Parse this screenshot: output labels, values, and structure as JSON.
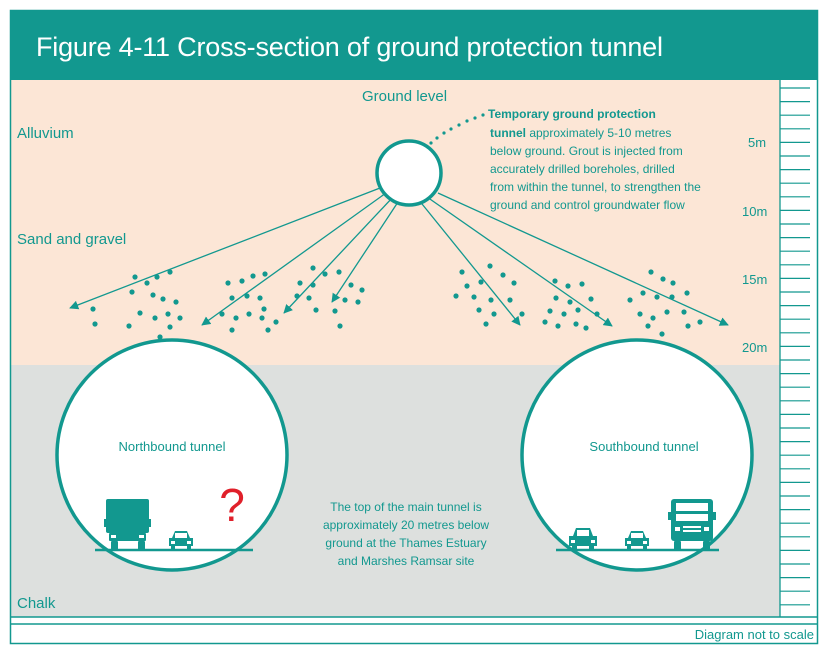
{
  "title": "Figure 4-11 Cross-section of ground protection tunnel",
  "labels": {
    "ground_level": "Ground level",
    "alluvium": "Alluvium",
    "sand_gravel": "Sand and gravel",
    "chalk": "Chalk",
    "northbound": "Northbound tunnel",
    "southbound": "Southbound tunnel",
    "not_to_scale": "Diagram not to scale"
  },
  "annotation": {
    "bold_line1": "Temporary ground protection",
    "bold_line2": "tunnel",
    "line2_rest": " approximately 5-10 metres",
    "line3": "below ground. Grout is injected from",
    "line4": "accurately drilled boreholes, drilled",
    "line5": "from within the tunnel, to strengthen the",
    "line6": "ground and control groundwater flow"
  },
  "main_tunnel_note": {
    "line1": "The top of the main tunnel is",
    "line2": "approximately 20 metres below",
    "line3": "ground at the Thames Estuary",
    "line4": "and Marshes Ramsar site"
  },
  "depth_scale": [
    "5m",
    "10m",
    "15m",
    "20m"
  ],
  "question_mark": "?",
  "colors": {
    "teal": "#12988f",
    "teal_dark": "#0f8a82",
    "soil": "#fce6d6",
    "chalk": "#dde0de",
    "question": "#e0202a"
  }
}
